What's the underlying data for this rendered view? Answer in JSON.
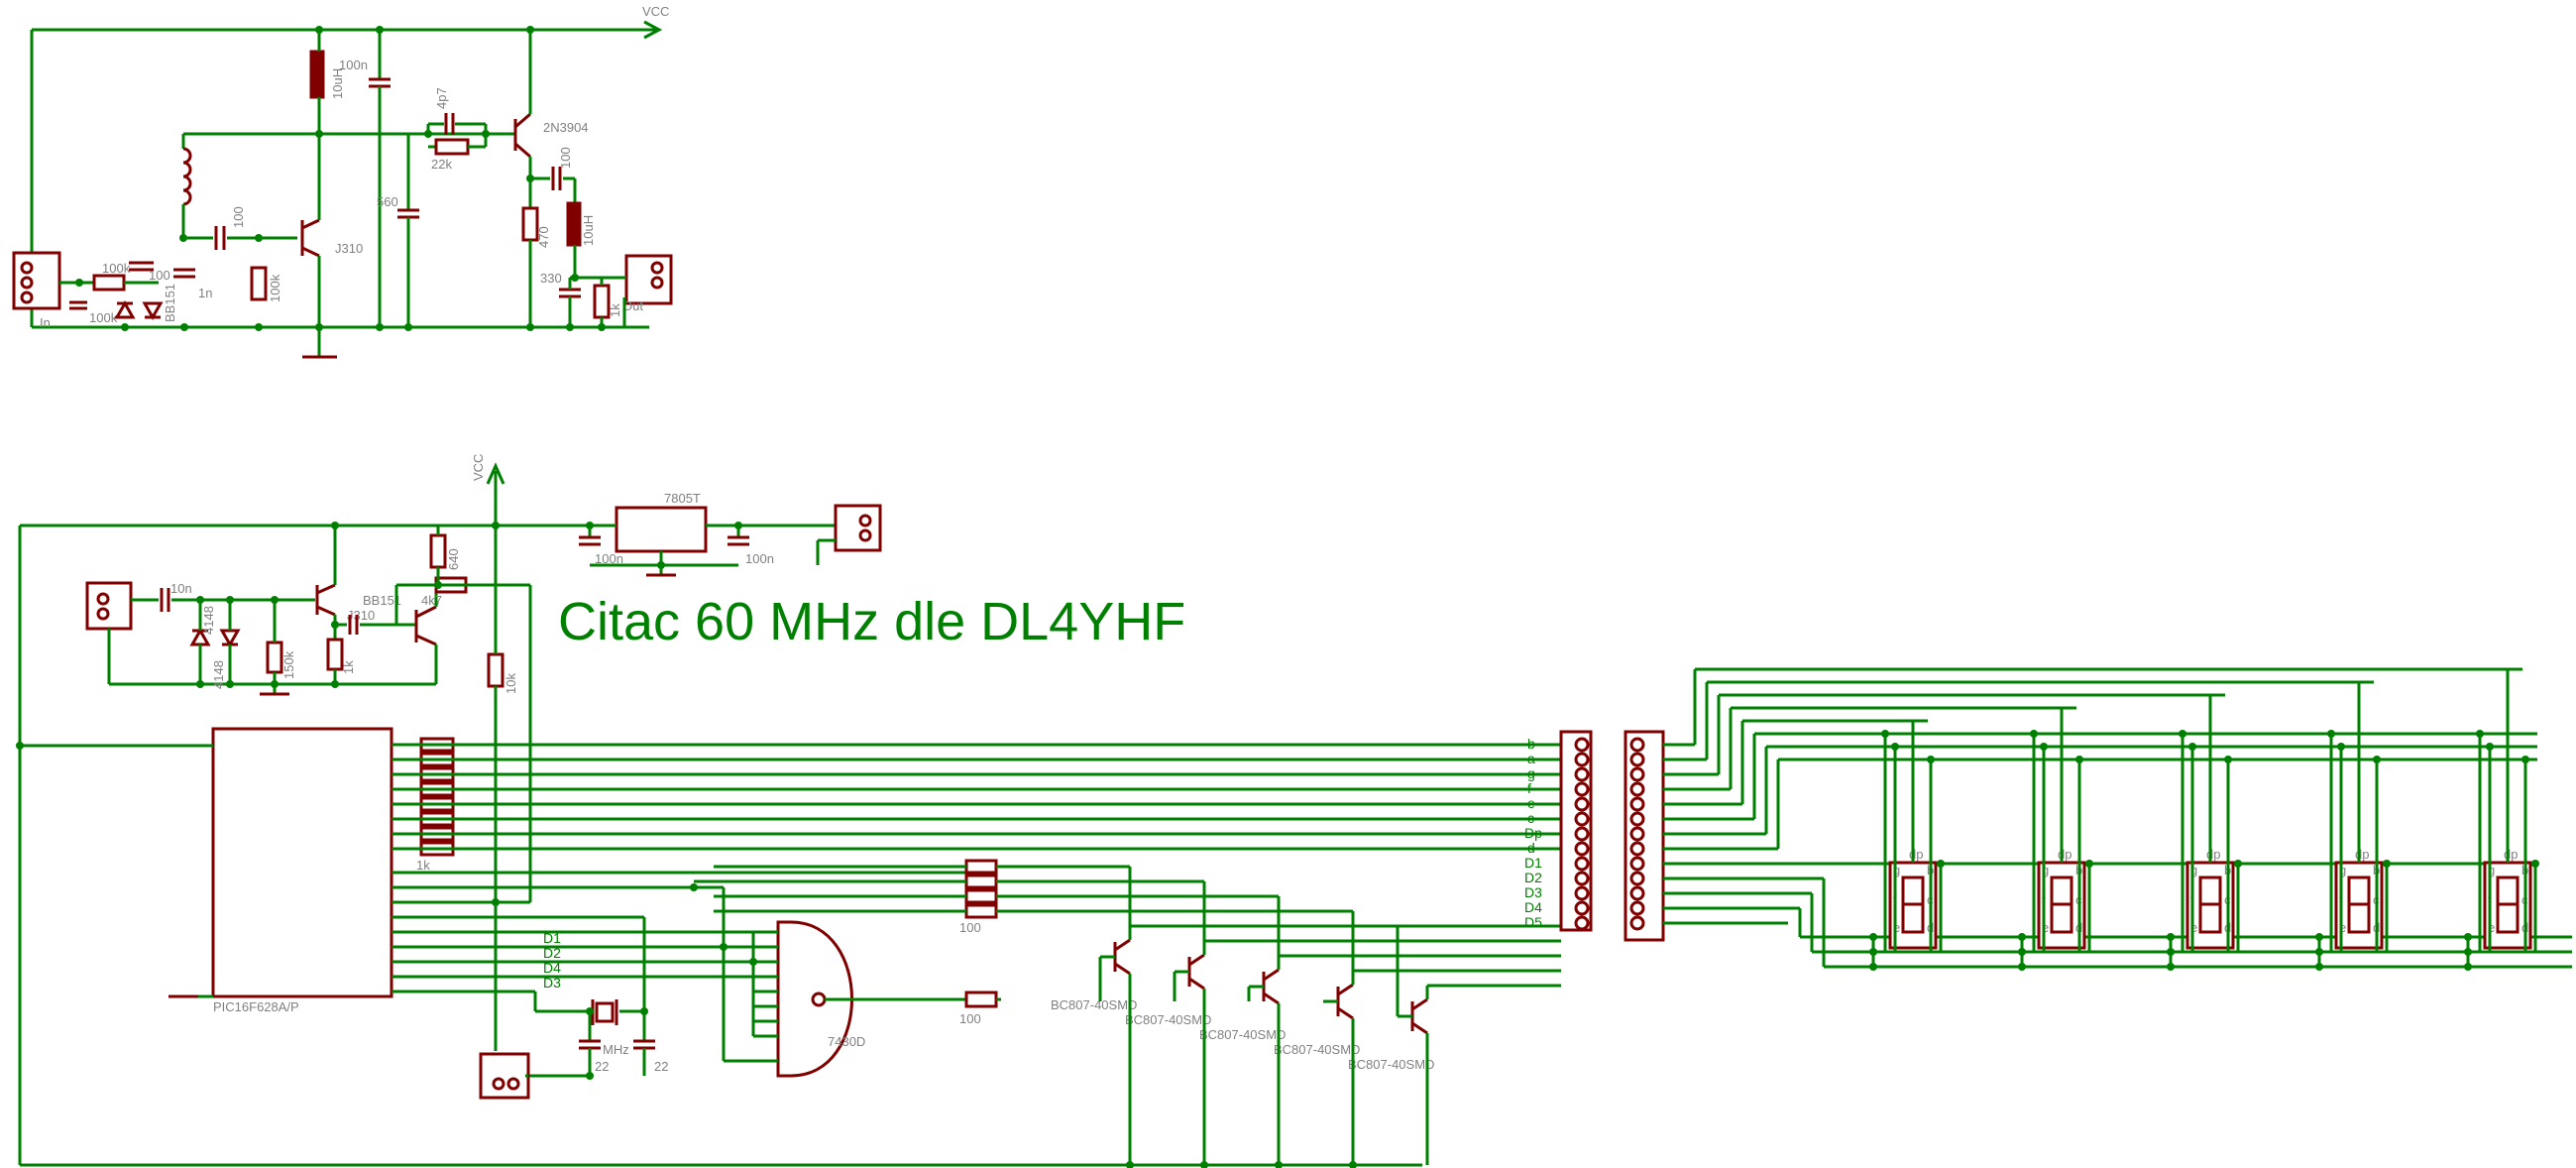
{
  "title": "Citac 60 MHz dle DL4YHF",
  "colors": {
    "wire": "#008000",
    "symbol": "#800000",
    "label": "#808080",
    "background": "#ffffff"
  },
  "labels": {
    "vcc": "VCC",
    "l_10uh": "10uH",
    "c_100n": "100n",
    "c_4p7": "4p7",
    "r_22k": "22k",
    "q_2n3904": "2N3904",
    "c_100": "100",
    "c_560": "560",
    "q_j310": "J310",
    "r_470": "470",
    "c_330": "330",
    "r_1k": "1k",
    "out": "Out",
    "in": "In",
    "r_100k": "100k",
    "c_1n": "1n",
    "d_bb": "BB151",
    "reg": "7805T",
    "c_10n": "10n",
    "d_4148": "4148",
    "r_150k": "150k",
    "r_640": "640",
    "r_10k": "10k",
    "r_4k7": "4k7",
    "mcu": "PIC16F628A/P",
    "mhz": "MHz",
    "c_22": "22",
    "gate": "7430D",
    "q_bc807": "BC807-40SMD"
  },
  "nets": {
    "top_header": [
      "b",
      "a",
      "g",
      "f",
      "e",
      "c",
      "Dp",
      "d",
      "D1",
      "D2",
      "D3",
      "D4",
      "D5"
    ],
    "digit_lines": [
      "D1",
      "D2",
      "D4",
      "D3"
    ]
  },
  "displays": {
    "segments": [
      "a",
      "b",
      "c",
      "d",
      "e",
      "f",
      "g",
      "dp"
    ],
    "count": 5
  }
}
